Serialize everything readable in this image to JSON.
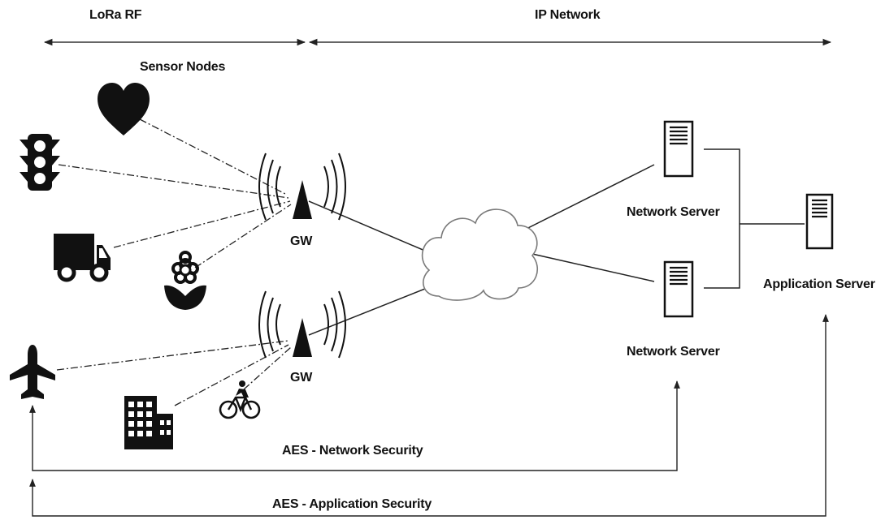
{
  "labels": {
    "lora_rf": "LoRa RF",
    "ip_network": "IP Network",
    "sensor_nodes": "Sensor Nodes",
    "gw_top": "GW",
    "gw_bottom": "GW",
    "network_server_top": "Network Server",
    "network_server_bottom": "Network Server",
    "application_server": "Application Server",
    "aes_network": "AES - Network Security",
    "aes_application": "AES - Application Security"
  },
  "sensor_icons": [
    "heart-icon",
    "traffic-light-icon",
    "truck-icon",
    "flower-icon",
    "airplane-icon",
    "building-icon",
    "bicycle-icon"
  ],
  "colors": {
    "ink": "#111111",
    "cloud_stroke": "#777777",
    "line": "#222222"
  }
}
